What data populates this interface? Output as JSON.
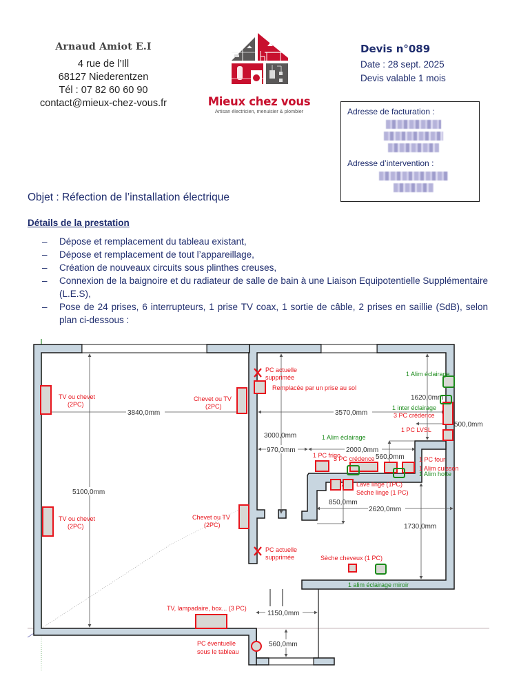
{
  "company": {
    "name": "Arnaud Amiot E.I",
    "address_line1": "4 rue de l’Ill",
    "address_line2": "68127 Niederentzen",
    "phone": "Tél : 07 82 60 60 90",
    "email": "contact@mieux-chez-vous.fr"
  },
  "logo": {
    "brand": "Mieux chez vous",
    "tagline": "Artisan électricien, menuisier & plombier",
    "colors": {
      "red": "#c8102e",
      "grey": "#5a5858"
    }
  },
  "devis": {
    "number": "Devis n°089",
    "date": "Date : 28 sept. 2025",
    "validity": "Devis valable 1 mois"
  },
  "addresses": {
    "billing_label": "Adresse de facturation :",
    "intervention_label": "Adresse d’intervention :",
    "redacted": true
  },
  "objet": "Objet : Réfection de l’installation électrique",
  "details": {
    "title": "Détails de la prestation",
    "items": [
      "Dépose et remplacement du tableau existant,",
      "Dépose et remplacement de tout l’appareillage,",
      "Création de nouveaux circuits sous plinthes creuses,",
      "Connexion de la baignoire et du radiateur de salle de bain à une Liaison Equipotentielle Supplémentaire (L.E.S),",
      "Pose de 24 prises, 6 interrupteurs, 1 prise TV coax, 1 sortie de câble, 2 prises en saillie (SdB), selon plan ci-dessous :"
    ]
  },
  "plan": {
    "colors": {
      "wall": "#c8d6e0",
      "red": "#e8141c",
      "green": "#1a8a1a",
      "dim": "#555555",
      "socket_fill": "#d8d8d4"
    },
    "dimensions": {
      "d3840": "3840,0mm",
      "d5100": "5100,0mm",
      "d3570": "3570,0mm",
      "d3000": "3000,0mm",
      "d970": "970,0mm",
      "d2000": "2000,0mm",
      "d560a": "560,0mm",
      "d1620": "1620,0mm",
      "d500": "500,0mm",
      "d850": "850,0mm",
      "d2620": "2620,0mm",
      "d1730": "1730,0mm",
      "d1150": "1150,0mm",
      "d560b": "560,0mm"
    },
    "labels": {
      "tv_chevet_top_1": "TV ou chevet",
      "tv_chevet_top_2": "(2PC)",
      "chevet_tv_top_1": "Chevet ou TV",
      "chevet_tv_top_2": "(2PC)",
      "tv_chevet_bot_1": "TV ou chevet",
      "tv_chevet_bot_2": "(2PC)",
      "chevet_tv_bot_1": "Chevet ou TV",
      "chevet_tv_bot_2": "(2PC)",
      "pc_supprimee_top_1": "PC actuelle",
      "pc_supprimee_top_2": "supprimée",
      "remplacee": "Remplacée par un prise au sol",
      "pc_supprimee_bot_1": "PC actuelle",
      "pc_supprimee_bot_2": "supprimée",
      "alim_eclairage_1": "1 Alim éclairage",
      "inter_eclairage": "1 inter éclairage",
      "pc_credence_right": "3 PC crédence",
      "pc_lvsl": "1 PC LVSL",
      "alim_eclairage_2": "1 Alim éclairage",
      "pc_frigo": "1 PC frigo",
      "pc_credence_mid": "3 PC crédence",
      "pc_four": "1 PC four",
      "alim_cuisson": "1 Alim cuisson",
      "alim_hotte": "1 Alim hotte",
      "lave_linge": "Lave linge (1PC)",
      "seche_linge": "Sèche linge (1 PC)",
      "seche_cheveux": "Sèche cheveux (1 PC)",
      "alim_miroir": "1 alim éclairage miroir",
      "tv_lampadaire": "TV, lampadaire, box... (3 PC)",
      "pc_eventuelle_1": "PC éventuelle",
      "pc_eventuelle_2": "sous le tableau"
    }
  }
}
